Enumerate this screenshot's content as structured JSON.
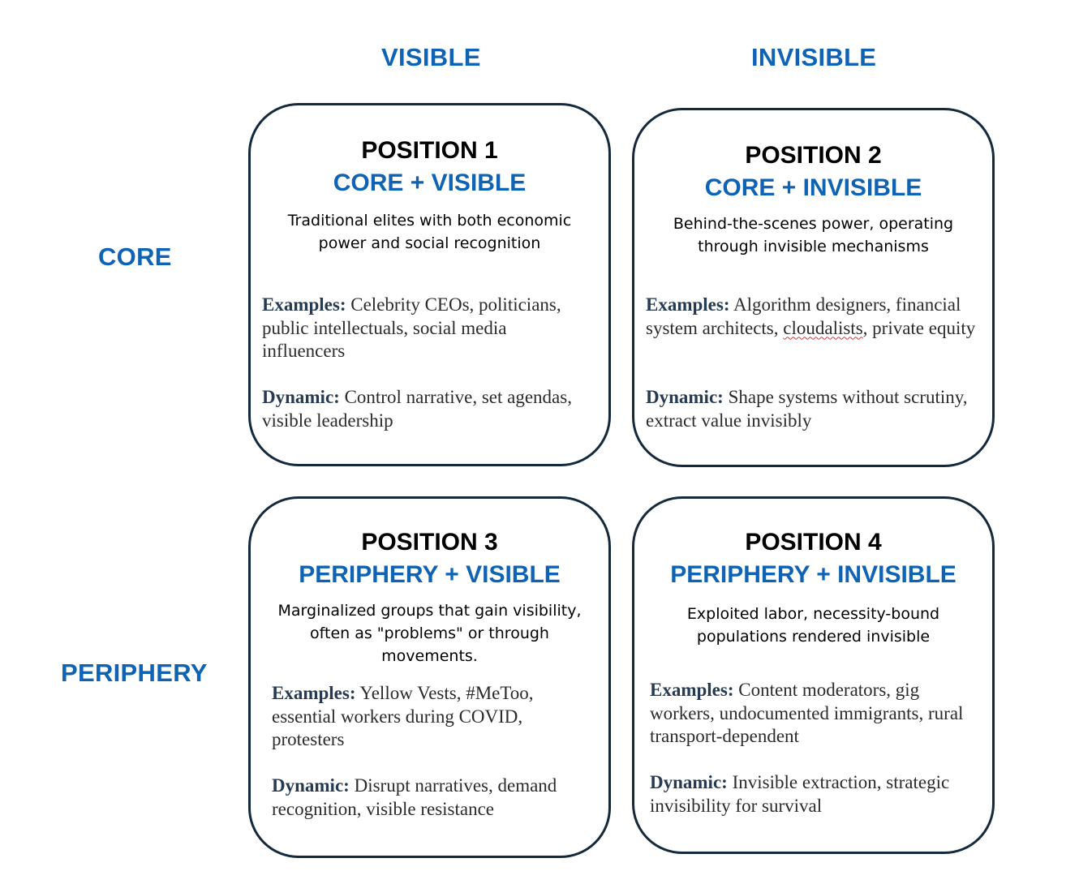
{
  "columns": {
    "visible": "VISIBLE",
    "invisible": "INVISIBLE"
  },
  "rows": {
    "core": "CORE",
    "periphery": "PERIPHERY"
  },
  "colors": {
    "accent": "#0F63B5",
    "border": "#142a3c",
    "label": "#263b52"
  },
  "positions": [
    {
      "title": "POSITION 1",
      "subtitle": "CORE + VISIBLE",
      "description": "Traditional elites with both economic power and social recognition",
      "examples_label": "Examples:",
      "examples": "Celebrity CEOs, politicians, public intellectuals, social media influencers",
      "dynamic_label": "Dynamic:",
      "dynamic": "Control narrative, set agendas, visible leadership"
    },
    {
      "title": "POSITION 2",
      "subtitle": "CORE + INVISIBLE",
      "description": "Behind-the-scenes power, operating through invisible mechanisms",
      "examples_label": "Examples:",
      "examples_pre": "Algorithm designers, financial system architects, ",
      "examples_flagged": "cloudalists",
      "examples_post": ", private equity",
      "dynamic_label": "Dynamic:",
      "dynamic": "Shape systems without scrutiny, extract value invisibly"
    },
    {
      "title": "POSITION 3",
      "subtitle": "PERIPHERY + VISIBLE",
      "description": "Marginalized groups that gain visibility, often as \"problems\" or through movements.",
      "examples_label": "Examples:",
      "examples": "Yellow Vests, #MeToo, essential workers during COVID, protesters",
      "dynamic_label": "Dynamic:",
      "dynamic": "Disrupt narratives, demand recognition, visible resistance"
    },
    {
      "title": "POSITION 4",
      "subtitle": "PERIPHERY + INVISIBLE",
      "description": "Exploited labor, necessity-bound populations rendered invisible",
      "examples_label": "Examples:",
      "examples": "Content moderators, gig workers, undocumented immigrants, rural transport-dependent",
      "dynamic_label": "Dynamic:",
      "dynamic": "Invisible extraction, strategic invisibility for survival"
    }
  ]
}
